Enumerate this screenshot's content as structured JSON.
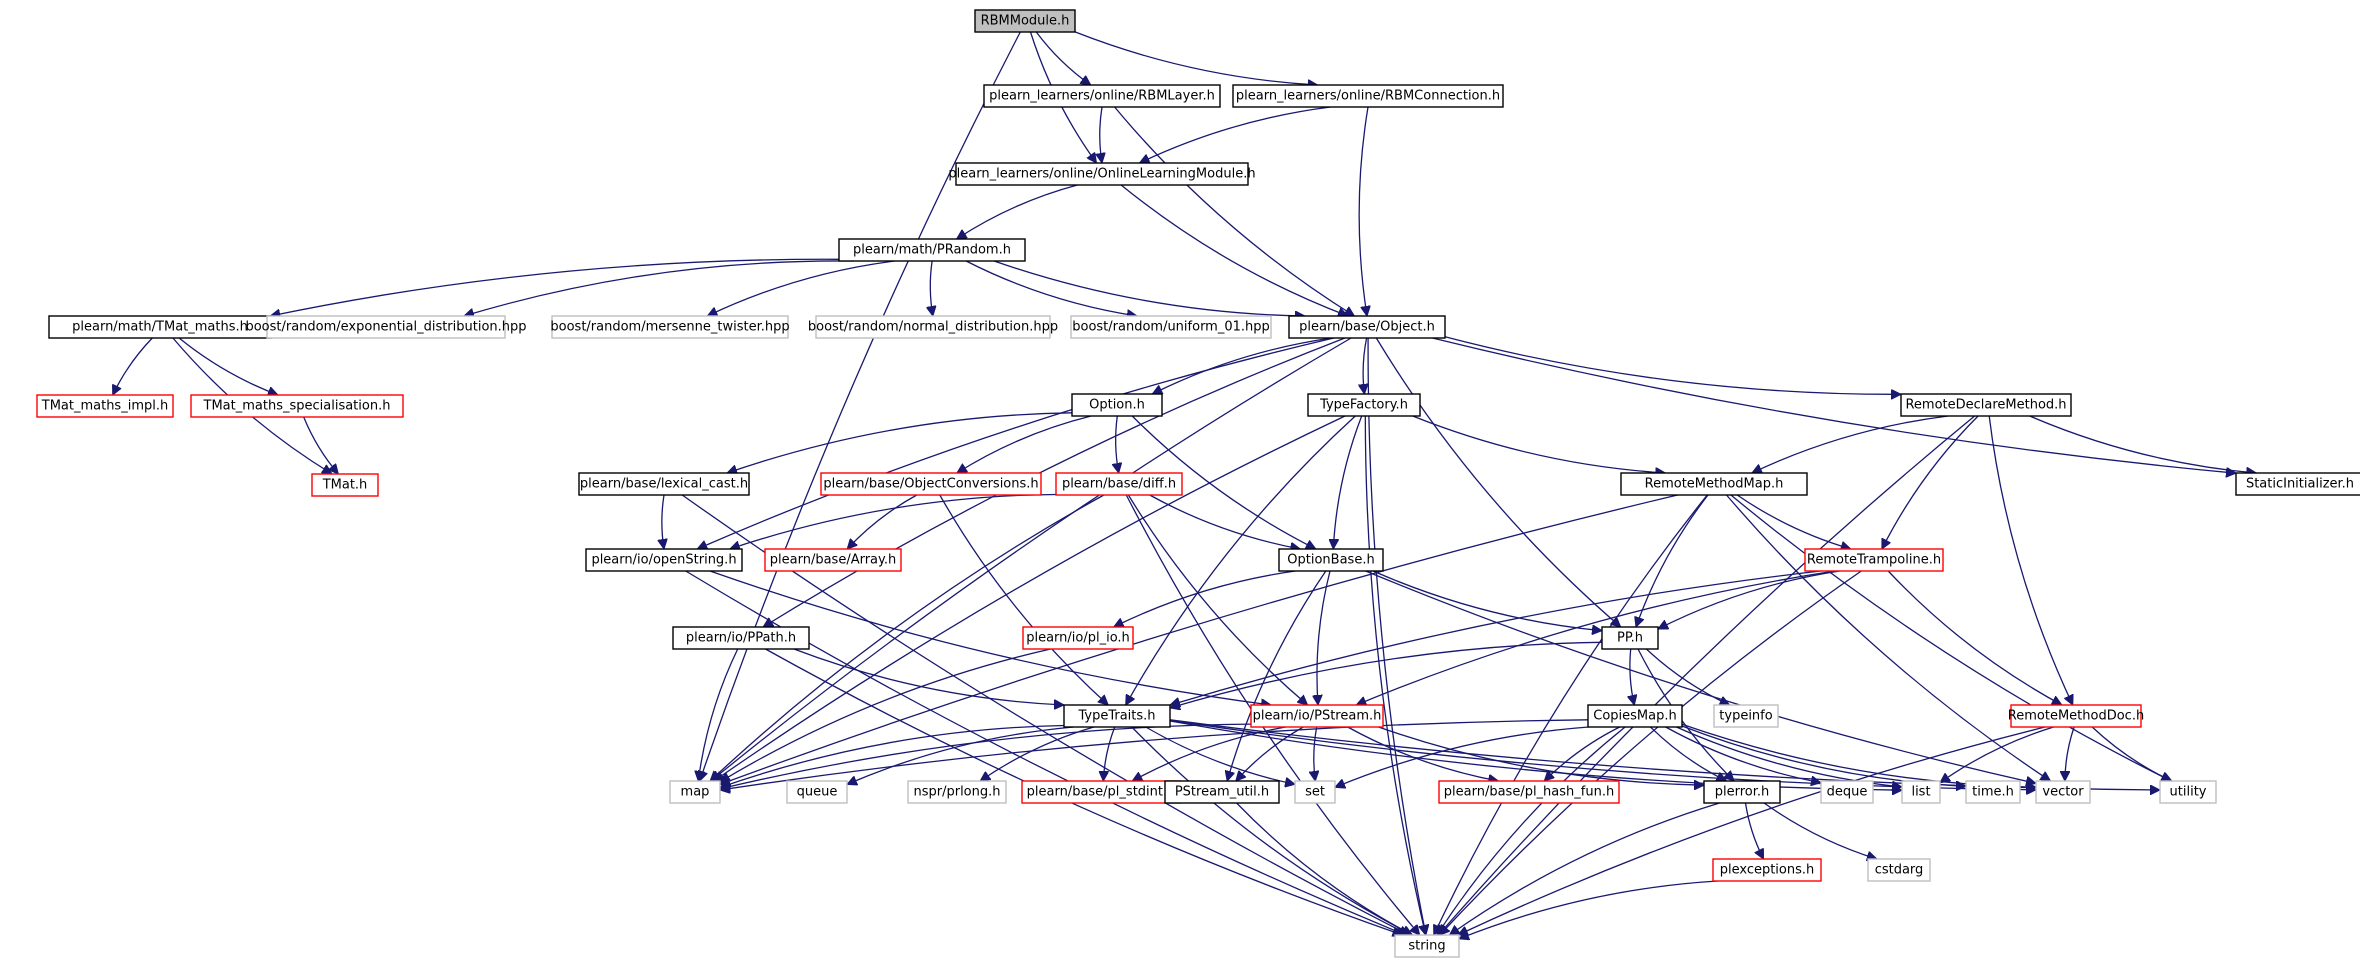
{
  "colors": {
    "edge": "#191970",
    "normal_border": "#000000",
    "missing_border": "#bfbfbf",
    "truncated_border": "#ff0000",
    "root_fill": "#bfbfbf",
    "fill": "#ffffff"
  },
  "nodes": [
    {
      "id": "rbmmodule",
      "label": "RBMModule.h",
      "style": "root"
    },
    {
      "id": "rbmlayer",
      "label": "plearn_learners/online/RBMLayer.h",
      "style": "normal"
    },
    {
      "id": "rbmconnection",
      "label": "plearn_learners/online/RBMConnection.h",
      "style": "normal"
    },
    {
      "id": "onlinelearningmodule",
      "label": "plearn_learners/online/OnlineLearningModule.h",
      "style": "normal"
    },
    {
      "id": "prandom",
      "label": "plearn/math/PRandom.h",
      "style": "normal"
    },
    {
      "id": "tmat_maths",
      "label": "plearn/math/TMat_maths.h",
      "style": "normal"
    },
    {
      "id": "boost_exp",
      "label": "boost/random/exponential_distribution.hpp",
      "style": "missing"
    },
    {
      "id": "boost_mt",
      "label": "boost/random/mersenne_twister.hpp",
      "style": "missing"
    },
    {
      "id": "boost_normal",
      "label": "boost/random/normal_distribution.hpp",
      "style": "missing"
    },
    {
      "id": "boost_uniform",
      "label": "boost/random/uniform_01.hpp",
      "style": "missing"
    },
    {
      "id": "object",
      "label": "plearn/base/Object.h",
      "style": "normal"
    },
    {
      "id": "tmat_maths_impl",
      "label": "TMat_maths_impl.h",
      "style": "truncated"
    },
    {
      "id": "tmat_maths_spec",
      "label": "TMat_maths_specialisation.h",
      "style": "truncated"
    },
    {
      "id": "tmat",
      "label": "TMat.h",
      "style": "truncated"
    },
    {
      "id": "option",
      "label": "Option.h",
      "style": "normal"
    },
    {
      "id": "typefactory",
      "label": "TypeFactory.h",
      "style": "normal"
    },
    {
      "id": "remotedeclaremethod",
      "label": "RemoteDeclareMethod.h",
      "style": "normal"
    },
    {
      "id": "staticinitializer",
      "label": "StaticInitializer.h",
      "style": "normal"
    },
    {
      "id": "lexical_cast",
      "label": "plearn/base/lexical_cast.h",
      "style": "normal"
    },
    {
      "id": "objectconversions",
      "label": "plearn/base/ObjectConversions.h",
      "style": "truncated"
    },
    {
      "id": "diff",
      "label": "plearn/base/diff.h",
      "style": "truncated"
    },
    {
      "id": "remotemethodmap",
      "label": "RemoteMethodMap.h",
      "style": "normal"
    },
    {
      "id": "openstring",
      "label": "plearn/io/openString.h",
      "style": "normal"
    },
    {
      "id": "array",
      "label": "plearn/base/Array.h",
      "style": "truncated"
    },
    {
      "id": "optionbase",
      "label": "OptionBase.h",
      "style": "normal"
    },
    {
      "id": "remotetrampoline",
      "label": "RemoteTrampoline.h",
      "style": "truncated"
    },
    {
      "id": "pl_io",
      "label": "plearn/io/pl_io.h",
      "style": "truncated"
    },
    {
      "id": "ppath",
      "label": "plearn/io/PPath.h",
      "style": "normal"
    },
    {
      "id": "pp",
      "label": "PP.h",
      "style": "normal"
    },
    {
      "id": "typetraits",
      "label": "TypeTraits.h",
      "style": "normal"
    },
    {
      "id": "pstream",
      "label": "plearn/io/PStream.h",
      "style": "truncated"
    },
    {
      "id": "typeinfo",
      "label": "typeinfo",
      "style": "missing"
    },
    {
      "id": "copiesmap",
      "label": "CopiesMap.h",
      "style": "normal"
    },
    {
      "id": "remotemethoddoc",
      "label": "RemoteMethodDoc.h",
      "style": "truncated"
    },
    {
      "id": "map",
      "label": "map",
      "style": "missing"
    },
    {
      "id": "queue",
      "label": "queue",
      "style": "missing"
    },
    {
      "id": "nspr",
      "label": "nspr/prlong.h",
      "style": "missing"
    },
    {
      "id": "pl_stdint",
      "label": "plearn/base/pl_stdint.h",
      "style": "truncated"
    },
    {
      "id": "pstream_util",
      "label": "PStream_util.h",
      "style": "normal"
    },
    {
      "id": "set",
      "label": "set",
      "style": "missing"
    },
    {
      "id": "pl_hash_fun",
      "label": "plearn/base/pl_hash_fun.h",
      "style": "truncated"
    },
    {
      "id": "plerror",
      "label": "plerror.h",
      "style": "normal"
    },
    {
      "id": "deque",
      "label": "deque",
      "style": "missing"
    },
    {
      "id": "list",
      "label": "list",
      "style": "missing"
    },
    {
      "id": "time",
      "label": "time.h",
      "style": "missing"
    },
    {
      "id": "vector",
      "label": "vector",
      "style": "missing"
    },
    {
      "id": "utility",
      "label": "utility",
      "style": "missing"
    },
    {
      "id": "plexceptions",
      "label": "plexceptions.h",
      "style": "truncated"
    },
    {
      "id": "cstdarg",
      "label": "cstdarg",
      "style": "missing"
    },
    {
      "id": "string",
      "label": "string",
      "style": "missing"
    }
  ],
  "edges": [
    [
      "rbmmodule",
      "map"
    ],
    [
      "rbmmodule",
      "onlinelearningmodule"
    ],
    [
      "rbmmodule",
      "rbmlayer"
    ],
    [
      "rbmmodule",
      "rbmconnection"
    ],
    [
      "rbmlayer",
      "onlinelearningmodule"
    ],
    [
      "rbmlayer",
      "object"
    ],
    [
      "rbmconnection",
      "onlinelearningmodule"
    ],
    [
      "rbmconnection",
      "object"
    ],
    [
      "onlinelearningmodule",
      "prandom"
    ],
    [
      "onlinelearningmodule",
      "object"
    ],
    [
      "prandom",
      "tmat_maths"
    ],
    [
      "prandom",
      "boost_exp"
    ],
    [
      "prandom",
      "boost_mt"
    ],
    [
      "prandom",
      "boost_normal"
    ],
    [
      "prandom",
      "boost_uniform"
    ],
    [
      "prandom",
      "object"
    ],
    [
      "tmat_maths",
      "tmat_maths_impl"
    ],
    [
      "tmat_maths",
      "tmat_maths_spec"
    ],
    [
      "tmat_maths",
      "tmat"
    ],
    [
      "tmat_maths_spec",
      "tmat"
    ],
    [
      "object",
      "map"
    ],
    [
      "object",
      "string"
    ],
    [
      "object",
      "ppath"
    ],
    [
      "object",
      "openstring"
    ],
    [
      "object",
      "option"
    ],
    [
      "object",
      "typefactory"
    ],
    [
      "object",
      "pp"
    ],
    [
      "object",
      "remotedeclaremethod"
    ],
    [
      "object",
      "staticinitializer"
    ],
    [
      "option",
      "lexical_cast"
    ],
    [
      "option",
      "objectconversions"
    ],
    [
      "option",
      "diff"
    ],
    [
      "option",
      "optionbase"
    ],
    [
      "typefactory",
      "optionbase"
    ],
    [
      "typefactory",
      "string"
    ],
    [
      "typefactory",
      "map"
    ],
    [
      "typefactory",
      "remotemethodmap"
    ],
    [
      "typefactory",
      "typetraits"
    ],
    [
      "remotedeclaremethod",
      "remotemethodmap"
    ],
    [
      "remotedeclaremethod",
      "remotetrampoline"
    ],
    [
      "remotedeclaremethod",
      "remotemethoddoc"
    ],
    [
      "remotedeclaremethod",
      "staticinitializer"
    ],
    [
      "remotedeclaremethod",
      "string"
    ],
    [
      "lexical_cast",
      "openstring"
    ],
    [
      "lexical_cast",
      "string"
    ],
    [
      "objectconversions",
      "array"
    ],
    [
      "objectconversions",
      "typetraits"
    ],
    [
      "diff",
      "openstring"
    ],
    [
      "diff",
      "optionbase"
    ],
    [
      "diff",
      "pstream"
    ],
    [
      "diff",
      "string"
    ],
    [
      "diff",
      "map"
    ],
    [
      "remotemethodmap",
      "remotetrampoline"
    ],
    [
      "remotemethodmap",
      "pp"
    ],
    [
      "remotemethodmap",
      "map"
    ],
    [
      "remotemethodmap",
      "string"
    ],
    [
      "remotemethodmap",
      "vector"
    ],
    [
      "remotemethodmap",
      "utility"
    ],
    [
      "openstring",
      "pstream"
    ],
    [
      "openstring",
      "string"
    ],
    [
      "optionbase",
      "pl_io"
    ],
    [
      "optionbase",
      "pstream"
    ],
    [
      "optionbase",
      "pp"
    ],
    [
      "optionbase",
      "pstream_util"
    ],
    [
      "optionbase",
      "vector"
    ],
    [
      "remotetrampoline",
      "pp"
    ],
    [
      "remotetrampoline",
      "typetraits"
    ],
    [
      "remotetrampoline",
      "pstream"
    ],
    [
      "remotetrampoline",
      "remotemethoddoc"
    ],
    [
      "remotetrampoline",
      "string"
    ],
    [
      "pl_io",
      "map"
    ],
    [
      "ppath",
      "typetraits"
    ],
    [
      "ppath",
      "map"
    ],
    [
      "ppath",
      "string"
    ],
    [
      "pp",
      "typetraits"
    ],
    [
      "pp",
      "typeinfo"
    ],
    [
      "pp",
      "copiesmap"
    ],
    [
      "pp",
      "plerror"
    ],
    [
      "typetraits",
      "map"
    ],
    [
      "typetraits",
      "queue"
    ],
    [
      "typetraits",
      "nspr"
    ],
    [
      "typetraits",
      "pl_stdint"
    ],
    [
      "typetraits",
      "set"
    ],
    [
      "typetraits",
      "list"
    ],
    [
      "typetraits",
      "vector"
    ],
    [
      "typetraits",
      "string"
    ],
    [
      "typetraits",
      "utility"
    ],
    [
      "pstream",
      "map"
    ],
    [
      "pstream",
      "pl_stdint"
    ],
    [
      "pstream",
      "pstream_util"
    ],
    [
      "pstream",
      "set"
    ],
    [
      "pstream",
      "pl_hash_fun"
    ],
    [
      "pstream",
      "plerror"
    ],
    [
      "copiesmap",
      "map"
    ],
    [
      "copiesmap",
      "set"
    ],
    [
      "copiesmap",
      "pl_hash_fun"
    ],
    [
      "copiesmap",
      "plerror"
    ],
    [
      "copiesmap",
      "deque"
    ],
    [
      "copiesmap",
      "list"
    ],
    [
      "copiesmap",
      "time"
    ],
    [
      "copiesmap",
      "vector"
    ],
    [
      "copiesmap",
      "string"
    ],
    [
      "remotemethoddoc",
      "list"
    ],
    [
      "remotemethoddoc",
      "vector"
    ],
    [
      "remotemethoddoc",
      "utility"
    ],
    [
      "remotemethoddoc",
      "string"
    ],
    [
      "pstream_util",
      "string"
    ],
    [
      "plerror",
      "plexceptions"
    ],
    [
      "plerror",
      "cstdarg"
    ],
    [
      "plerror",
      "string"
    ],
    [
      "plexceptions",
      "string"
    ]
  ]
}
